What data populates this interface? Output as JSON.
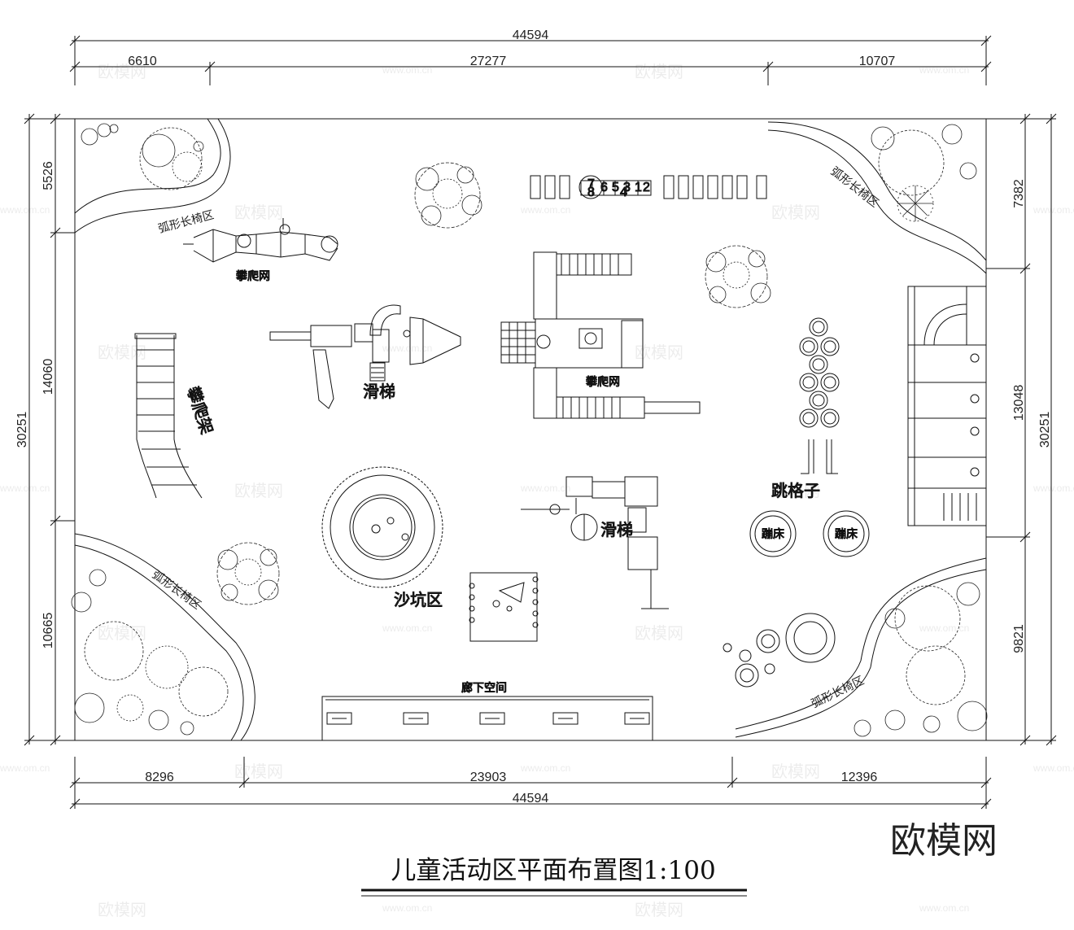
{
  "title": "儿童活动区平面布置图1:100",
  "brand": "欧模网",
  "watermark": {
    "text": "欧模网",
    "url": "www.om.cn"
  },
  "dimensions": {
    "top_total": "44594",
    "top_segments": [
      "6610",
      "27277",
      "10707"
    ],
    "bottom_segments": [
      "8296",
      "23903",
      "12396"
    ],
    "bottom_total": "44594",
    "left_total": "30251",
    "left_segments": [
      "5526",
      "14060",
      "10665"
    ],
    "right_total": "30251",
    "right_segments": [
      "7382",
      "13048",
      "9821"
    ]
  },
  "areas": {
    "bench_tl": "弧形长椅区",
    "bench_tr": "弧形长椅区",
    "bench_bl": "弧形长椅区",
    "bench_br": "弧形长椅区",
    "climb_net_1": "攀爬网",
    "climb_net_2": "攀爬网",
    "climb_frame": "攀爬架",
    "slide_1": "滑梯",
    "slide_2": "滑梯",
    "hopscotch": "跳格子",
    "trampoline_1": "蹦床",
    "trampoline_2": "蹦床",
    "sandpit": "沙坑区",
    "corridor": "廊下空间"
  },
  "hopscotch_numbers": [
    "7",
    "8",
    "6",
    "5",
    "4",
    "3",
    "1",
    "2"
  ]
}
